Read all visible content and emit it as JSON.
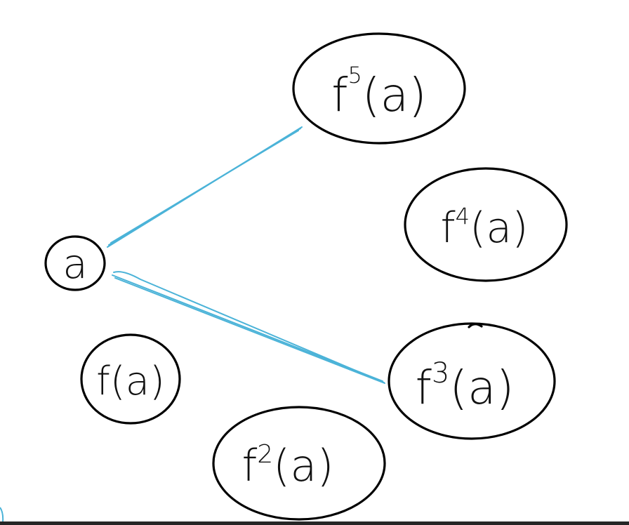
{
  "nodes": {
    "a": {
      "text": "a"
    },
    "f1": {
      "base": "f",
      "exp": "",
      "arg": "(a)"
    },
    "f2": {
      "base": "f",
      "exp": "2",
      "arg": "(a)"
    },
    "f3": {
      "base": "f",
      "exp": "3",
      "arg": "(a)"
    },
    "f4": {
      "base": "f",
      "exp": "4",
      "arg": "(a)"
    },
    "f5": {
      "base": "f",
      "exp": "5",
      "arg": "(a)"
    }
  },
  "edges": [
    {
      "from": "a",
      "to": "f5"
    },
    {
      "from": "a",
      "to": "f3"
    }
  ],
  "colors": {
    "edge": "#4bb3d8",
    "ink": "#000000"
  }
}
